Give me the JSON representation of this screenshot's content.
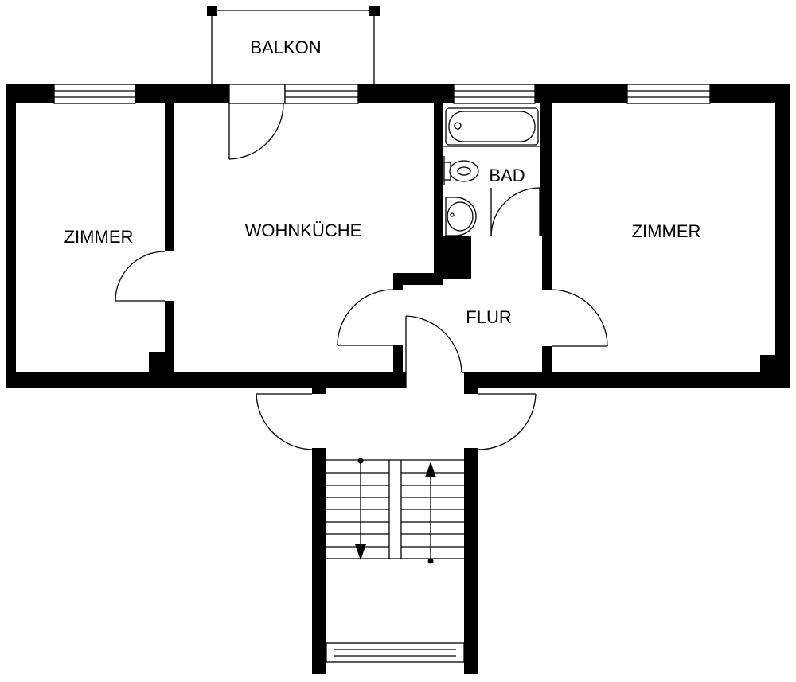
{
  "rooms": {
    "balkon": "BALKON",
    "zimmer_left": "ZIMMER",
    "wohnkueche": "WOHNKÜCHE",
    "bad": "BAD",
    "zimmer_right": "ZIMMER",
    "flur": "FLUR"
  },
  "colors": {
    "wall": "#000000",
    "background": "#ffffff"
  }
}
